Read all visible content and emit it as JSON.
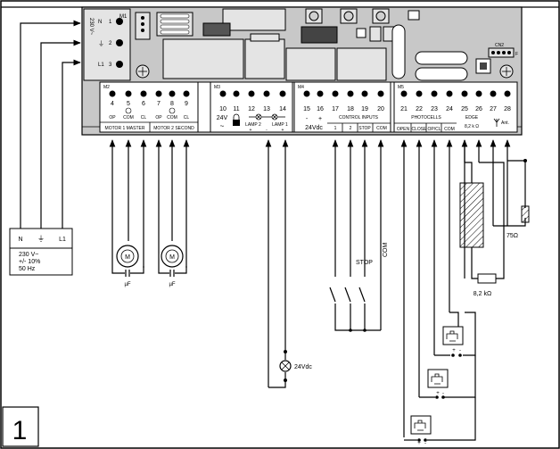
{
  "figure_number": "1",
  "mains_block": {
    "terminals": [
      "N",
      "⏚",
      "L1"
    ],
    "spec_lines": [
      "230 V~",
      "+/- 10%",
      "50 Hz"
    ]
  },
  "board": {
    "supply_block": {
      "id": "M1",
      "voltage_label": "230 V~",
      "terminals": [
        "N",
        "⏚",
        "L1"
      ],
      "numbers": [
        "1",
        "2",
        "3"
      ]
    },
    "cn2": {
      "id": "CN2",
      "pin_label": "F"
    },
    "m2": {
      "id": "M2",
      "numbers": [
        "4",
        "5",
        "6",
        "7",
        "8",
        "9"
      ],
      "labels": [
        "OP",
        "COM",
        "CL",
        "OP",
        "COM",
        "CL"
      ],
      "bottom": [
        "MOTOR 1 MASTER",
        "MOTOR 2 SECOND"
      ]
    },
    "m3": {
      "id": "M3",
      "numbers": [
        "10",
        "11",
        "12",
        "13",
        "14"
      ],
      "voltage": "24V",
      "voltage_sub": "~",
      "lamp2": "LAMP 2",
      "lamp1": "LAMP 1",
      "lamp_signs": [
        "+",
        "-",
        "+"
      ]
    },
    "m4": {
      "id": "M4",
      "numbers": [
        "15",
        "16",
        "17",
        "18",
        "19",
        "20"
      ],
      "minus": "-",
      "plus": "+",
      "vdc": "24Vdc",
      "control_inputs": "CONTROL INPUTS",
      "bottom": [
        "1",
        "2",
        "STOP",
        "COM"
      ]
    },
    "m5": {
      "id": "M5",
      "numbers": [
        "21",
        "22",
        "23",
        "24",
        "25",
        "26",
        "27",
        "28"
      ],
      "photocells": "PHOTOCELLS",
      "edge": "EDGE",
      "edge_value": "8,2 k Ω",
      "antenna": "Ant.",
      "bottom": [
        "OPEN",
        "CLOSE",
        "OP/CL",
        "COM"
      ]
    }
  },
  "motor_labels": {
    "motor_symbol": "M",
    "capacitor": "µF"
  },
  "field_labels": {
    "stop": "STOP",
    "com": "COM",
    "lamp_voltage": "24Vdc",
    "resistor": "8,2 kΩ",
    "antenna_resistor": "75Ω"
  },
  "photocell_signs": [
    "+",
    "-"
  ]
}
